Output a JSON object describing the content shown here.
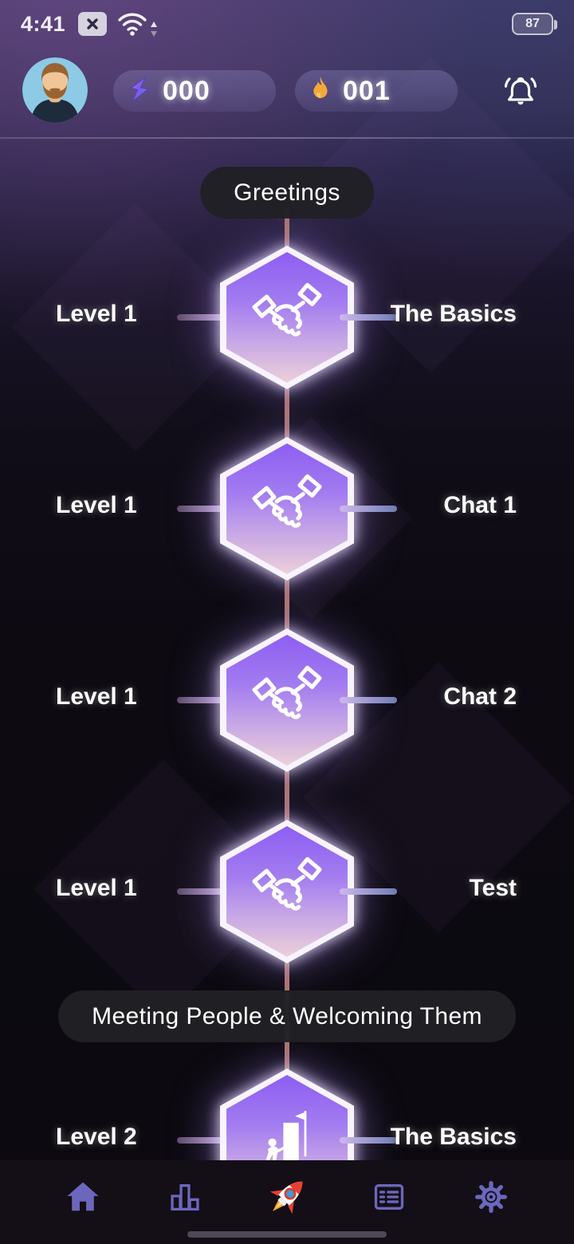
{
  "status_bar": {
    "time": "4:41",
    "battery_percent": "87",
    "icons": [
      "no-sim-icon",
      "wifi-icon"
    ]
  },
  "header": {
    "stats": [
      {
        "icon": "lightning-bolt-icon",
        "value": "000"
      },
      {
        "icon": "flame-icon",
        "value": "001"
      }
    ],
    "notification_icon": "bell-icon"
  },
  "learning_path": {
    "units": [
      {
        "title": "Greetings",
        "levels": [
          {
            "level": "Level 1",
            "name": "The Basics",
            "icon": "handshake-icon"
          },
          {
            "level": "Level 1",
            "name": "Chat 1",
            "icon": "handshake-icon"
          },
          {
            "level": "Level 1",
            "name": "Chat 2",
            "icon": "handshake-icon"
          },
          {
            "level": "Level 1",
            "name": "Test",
            "icon": "handshake-icon"
          }
        ]
      },
      {
        "title": "Meeting People & Welcoming Them",
        "levels": [
          {
            "level": "Level 2",
            "name": "The Basics",
            "icon": "welcome-icon"
          }
        ]
      }
    ]
  },
  "bottom_nav": {
    "items": [
      {
        "name": "home",
        "active": true
      },
      {
        "name": "progress",
        "active": false
      },
      {
        "name": "launch",
        "active": false
      },
      {
        "name": "lessons",
        "active": false
      },
      {
        "name": "settings",
        "active": false
      }
    ]
  },
  "colors": {
    "hex_gradient_top": "#8e5ef2",
    "hex_gradient_bottom": "#ecd0da",
    "path_line": "#aa746c",
    "nav_icon": "#6b67bd",
    "unit_pill_bg": "#212025",
    "flame": "#f3a83c",
    "bolt_top": "#9d6cf5",
    "bolt_bottom": "#3fa0e8"
  }
}
